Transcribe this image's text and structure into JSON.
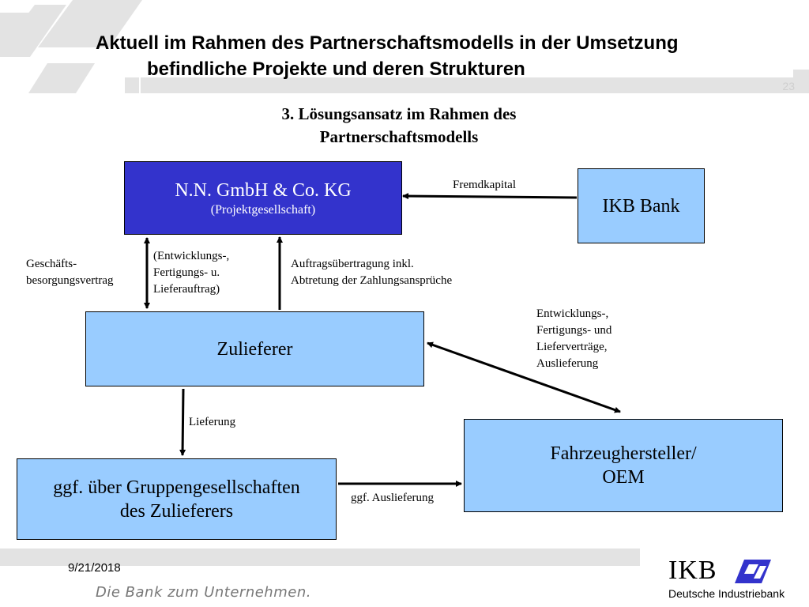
{
  "header": {
    "title_line1": "Aktuell im Rahmen des Partnerschaftsmodells in der Umsetzung",
    "title_line2": "befindliche Projekte und deren Strukturen",
    "page_number": "23"
  },
  "section": {
    "title_line1": "3. Lösungsansatz im Rahmen des",
    "title_line2": "Partnerschaftsmodells"
  },
  "boxes": {
    "nn_gmbh": {
      "name": "N.N. GmbH & Co. KG",
      "role": "(Projektgesellschaft)"
    },
    "ikb_bank": {
      "name": "IKB Bank"
    },
    "zulieferer": {
      "name": "Zulieferer"
    },
    "oem": {
      "line1": "Fahrzeughersteller/",
      "line2": "OEM"
    },
    "gruppe": {
      "line1": "ggf. über Gruppengesellschaften",
      "line2": "des Zulieferers"
    }
  },
  "labels": {
    "fremdkapital": "Fremdkapital",
    "geschaeftsbesorgung_line1": "Geschäfts-",
    "geschaeftsbesorgung_line2": "besorgungsvertrag",
    "auftrag_line1": "(Entwicklungs-,",
    "auftrag_line2": "Fertigungs- u.",
    "auftrag_line3": "Lieferauftrag)",
    "abtretung_line1": "Auftragsübertragung inkl.",
    "abtretung_line2": "Abtretung der Zahlungsansprüche",
    "oem_vertrag_line1": "Entwicklungs-,",
    "oem_vertrag_line2": "Fertigungs- und",
    "oem_vertrag_line3": "Lieferverträge,",
    "oem_vertrag_line4": "Auslieferung",
    "lieferung": "Lieferung",
    "ggf_auslieferung": "ggf. Auslieferung"
  },
  "footer": {
    "date": "9/21/2018",
    "slogan": "Die Bank zum Unternehmen.",
    "logo_text": "IKB",
    "logo_subtitle": "Deutsche Industriebank"
  },
  "colors": {
    "box_light": "#99ccff",
    "box_dark": "#3333cc",
    "deco_gray": "#d9d9d9",
    "logo_blue": "#3333cc"
  }
}
